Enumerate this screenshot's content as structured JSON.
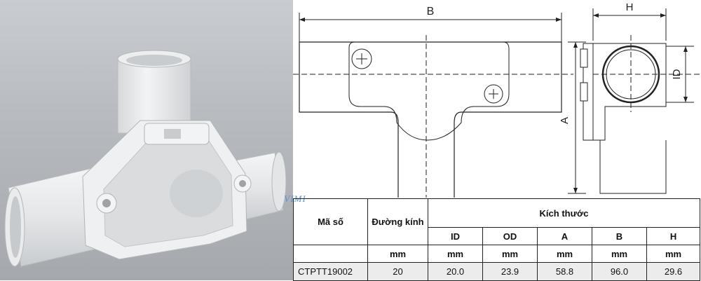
{
  "watermark": "VIMI",
  "drawing": {
    "dim_b": "B",
    "dim_h": "H",
    "dim_a": "A",
    "dim_id": "ID"
  },
  "table": {
    "header": {
      "code": "Mã số",
      "diameter": "Đường kính",
      "dimensions": "Kích thước"
    },
    "subheaders": [
      "ID",
      "OD",
      "A",
      "B",
      "H"
    ],
    "unit": "mm",
    "rows": [
      {
        "code": "CTPTT19002",
        "diameter": "20",
        "id": "20.0",
        "od": "23.9",
        "a": "58.8",
        "b": "96.0",
        "h": "29.6"
      }
    ]
  }
}
